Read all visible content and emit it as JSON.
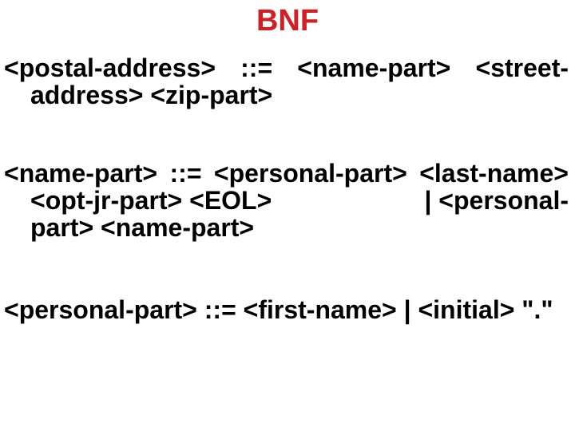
{
  "slide": {
    "title": "BNF",
    "colors": {
      "title": "#d02024",
      "text": "#000000",
      "background": "#ffffff"
    },
    "rules": [
      {
        "text": "<postal-address> ::= <name-part> <street-address> <zip-part>",
        "lines": [
          {
            "justified": true,
            "indented": false,
            "segments": [
              "<postal-address>",
              "::=",
              "<name-part>",
              "<street-"
            ]
          },
          {
            "justified": false,
            "indented": true,
            "segments": [
              "address> <zip-part>"
            ]
          }
        ]
      },
      {
        "text": "<name-part> ::= <personal-part> <last-name> <opt-jr-part> <EOL> | <personal-part> <name-part>",
        "lines": [
          {
            "justified": true,
            "indented": false,
            "segments": [
              "<name-part>",
              "::=",
              "<personal-part>",
              "<last-name>"
            ]
          },
          {
            "justified": true,
            "indented": true,
            "segments": [
              "<opt-jr-part> <EOL>",
              "| <personal-"
            ]
          },
          {
            "justified": false,
            "indented": true,
            "segments": [
              "part> <name-part>"
            ]
          }
        ]
      },
      {
        "text": "<personal-part> ::= <first-name> | <initial> \".\"",
        "lines": [
          {
            "justified": false,
            "indented": false,
            "segments": [
              "<personal-part> ::= <first-name> | <initial> \".\""
            ]
          }
        ]
      }
    ]
  }
}
